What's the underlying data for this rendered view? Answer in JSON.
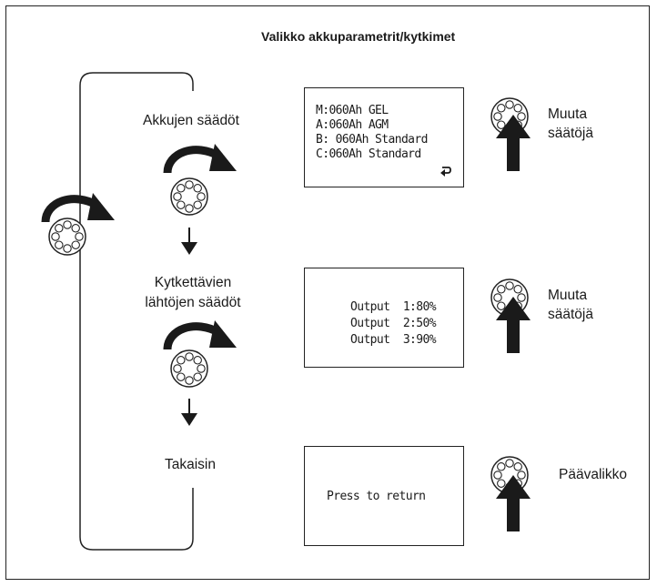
{
  "title": "Valikko akkuparametrit/kytkimet",
  "steps": [
    {
      "label": "Akkujen säädöt"
    },
    {
      "label_line1": "Kytkettävien",
      "label_line2": "lähtöjen säädöt"
    },
    {
      "label": "Takaisin"
    }
  ],
  "screens": [
    {
      "lines": [
        "M:060Ah GEL",
        "A:060Ah AGM",
        "B: 060Ah Standard",
        "C:060Ah Standard"
      ]
    },
    {
      "lines": [
        "Output  1:80%",
        "Output  2:50%",
        "Output  3:90%"
      ]
    },
    {
      "lines": [
        "Press to return"
      ]
    }
  ],
  "actions": [
    {
      "line1": "Muuta",
      "line2": "säätöjä"
    },
    {
      "line1": "Muuta",
      "line2": "säätöjä"
    },
    {
      "line1": "Päävalikko"
    }
  ],
  "icons": {
    "rotary_knob": "rotary-knob-icon",
    "rotate_arrow": "rotate-clockwise-arrow-icon",
    "push_arrow": "push-up-arrow-icon",
    "down_arrow": "down-arrow-icon",
    "return_arrow": "return-arrow-icon"
  }
}
